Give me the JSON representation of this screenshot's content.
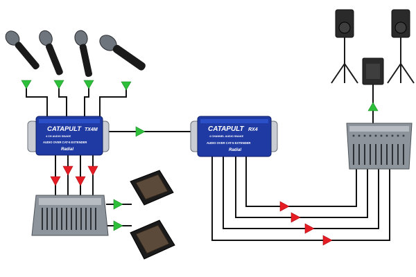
{
  "diagram": {
    "devices": {
      "tx": {
        "brand": "CATAPULT",
        "model": "TX4M",
        "subtitle": "4 CH AUDIO SNAKE",
        "tagline": "AUDIO OVER CAT-5 EXTENDER",
        "maker": "Radial"
      },
      "rx": {
        "brand": "CATAPULT",
        "model": "RX4",
        "subtitle": "4 CHANNEL AUDIO SNAKE",
        "tagline": "AUDIO OVER CAT-5 EXTENDER",
        "maker": "Radial"
      }
    },
    "colors": {
      "device_blue": "#1f3aa3",
      "arrow_green": "#2dbf3a",
      "arrow_red": "#e51c24",
      "wire": "#111111"
    },
    "icons": [
      "microphone-icon",
      "speaker-icon",
      "subwoofer-icon",
      "floor-monitor-icon",
      "mixer-icon"
    ]
  }
}
